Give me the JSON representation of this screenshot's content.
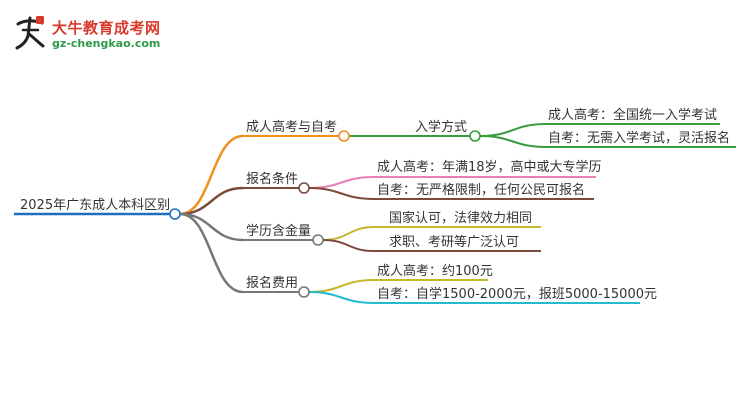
{
  "watermark": {
    "site_name": "大牛教育成考网",
    "url": "gz-chengkao.com",
    "logo_glyph": "大牛",
    "logo_icon": "ox-calligraphy-logo-icon"
  },
  "mindmap": {
    "root": "2025年广东成人本科区别",
    "branches": [
      {
        "label": "成人高考与自考",
        "color": "#f0901e",
        "children": [
          {
            "label": "入学方式",
            "color": "#3a9c3c",
            "children": [
              {
                "label": "成人高考：全国统一入学考试"
              },
              {
                "label": "自考：无需入学考试，灵活报名"
              }
            ]
          }
        ]
      },
      {
        "label": "报名条件",
        "color": "#7b4a3c",
        "children": [
          {
            "label": "成人高考：年满18岁，高中或大专学历",
            "color": "#e77fb8"
          },
          {
            "label": "自考：无严格限制，任何公民可报名",
            "color": "#7b4a3c"
          }
        ]
      },
      {
        "label": "学历含金量",
        "color": "#777777",
        "children": [
          {
            "label": "国家认可，法律效力相同",
            "color": "#c5b72c"
          },
          {
            "label": "求职、考研等广泛认可",
            "color": "#7b4a3c"
          }
        ]
      },
      {
        "label": "报名费用",
        "color": "#777777",
        "children": [
          {
            "label": "成人高考：约100元",
            "color": "#c5b72c"
          },
          {
            "label": "自考：自学1500-2000元，报班5000-15000元",
            "color": "#24b9cc"
          }
        ]
      }
    ]
  }
}
